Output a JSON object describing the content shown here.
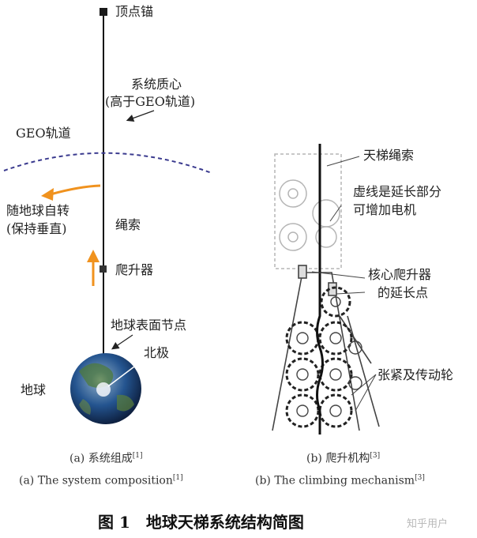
{
  "panel_a": {
    "top_anchor": "顶点锚",
    "center_of_mass_line1": "系统质心",
    "center_of_mass_line2": "(高于GEO轨道)",
    "geo_orbit": "GEO轨道",
    "rotation_line1": "随地球自转",
    "rotation_line2": "(保持垂直)",
    "tether": "绳索",
    "climber": "爬升器",
    "surface_node": "地球表面节点",
    "north_pole": "北极",
    "earth": "地球",
    "caption_cn": "(a) 系统组成",
    "caption_cn_ref": "[1]",
    "caption_en": "(a) The system composition",
    "caption_en_ref": "[1]"
  },
  "panel_b": {
    "ribbon": "天梯绳索",
    "dashed_line1": "虚线是延长部分",
    "dashed_line2": "可增加电机",
    "core_line1": "核心爬升器",
    "core_line2": "的延长点",
    "tension": "张紧及传动轮",
    "caption_cn": "(b) 爬升机构",
    "caption_cn_ref": "[3]",
    "caption_en": "(b) The climbing mechanism",
    "caption_en_ref": "[3]"
  },
  "figure_title": "图 1　地球天梯系统结构简图",
  "watermark": "知乎用户",
  "colors": {
    "orange": "#f0921e",
    "geo_dash": "#3b3b8f",
    "earth_blue": "#1f4d8c",
    "earth_green": "#4d7a3c"
  }
}
